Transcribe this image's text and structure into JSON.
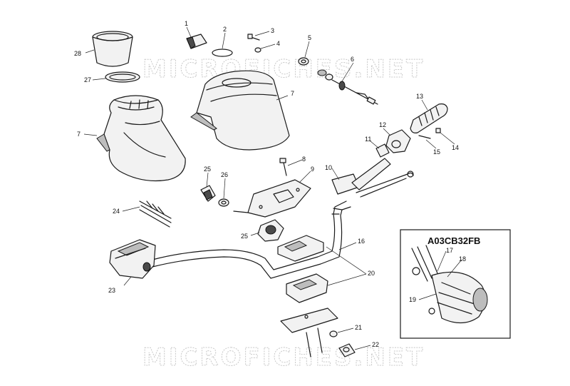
{
  "watermark": "MICROFICHES.NET",
  "inset": {
    "title": "A03CB32FB"
  },
  "callouts": {
    "c1": "1",
    "c2": "2",
    "c3": "3",
    "c4": "4",
    "c5": "5",
    "c6": "6",
    "c7a": "7",
    "c7b": "7",
    "c8": "8",
    "c9": "9",
    "c10": "10",
    "c11": "11",
    "c12": "12",
    "c13": "13",
    "c14": "14",
    "c15": "15",
    "c16": "16",
    "c17": "17",
    "c18": "18",
    "c19": "19",
    "c20": "20",
    "c21": "21",
    "c22": "22",
    "c23": "23",
    "c24": "24",
    "c25a": "25",
    "c25b": "25",
    "c26": "26",
    "c27": "27",
    "c28": "28"
  }
}
